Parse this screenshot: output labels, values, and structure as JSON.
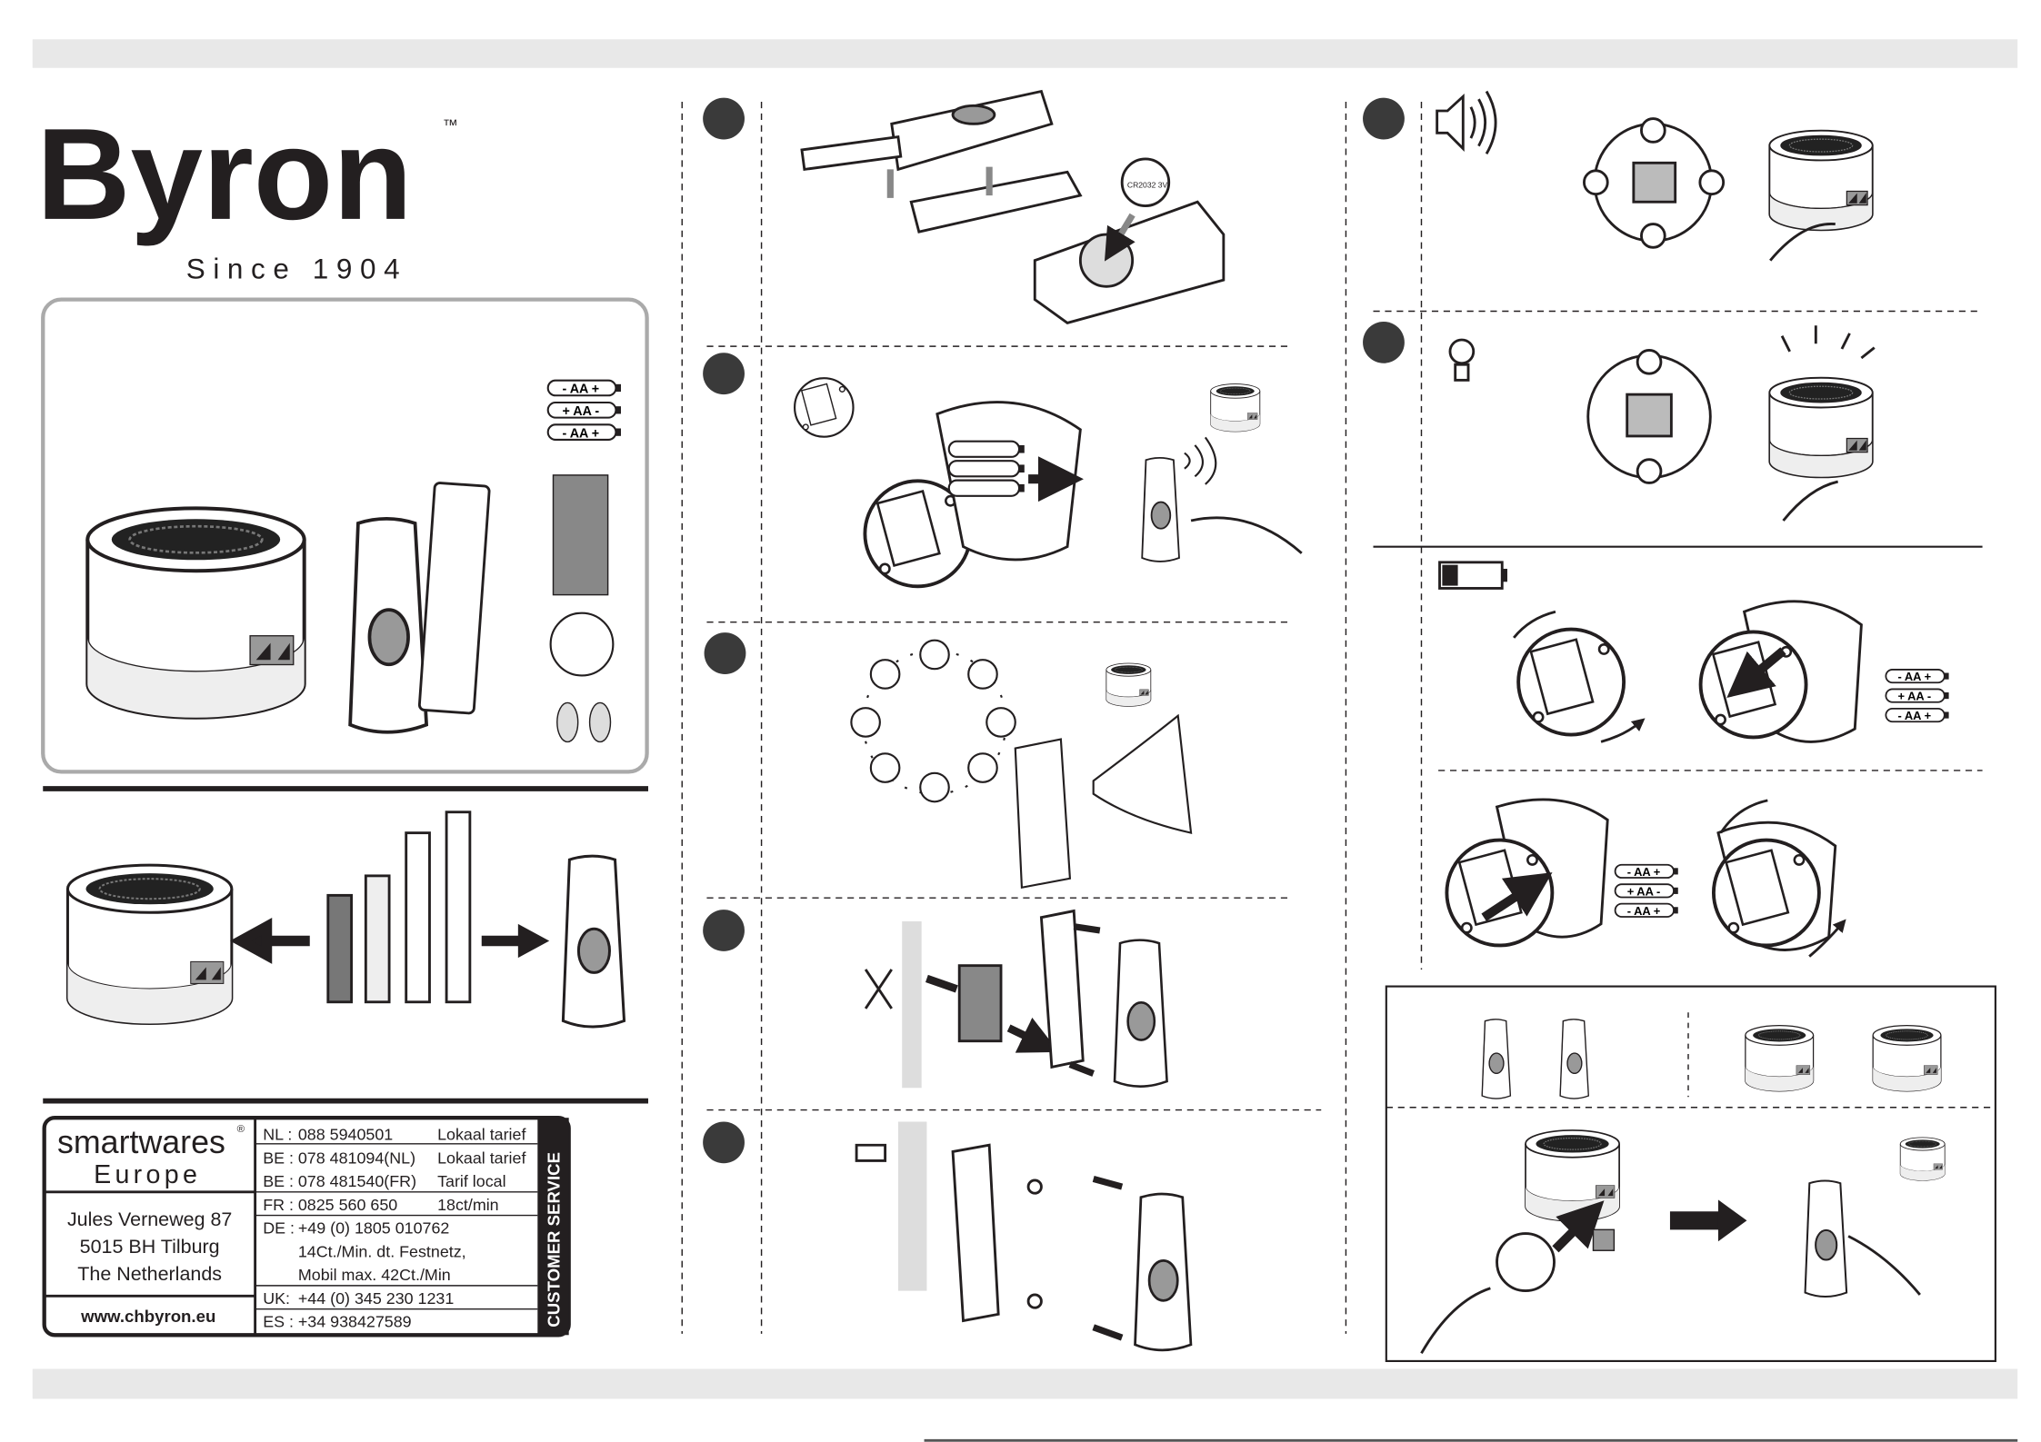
{
  "brand": {
    "name": "Byron",
    "trademark": "™",
    "tagline": "Since 1904"
  },
  "battery_labels": [
    "- AA +",
    "+ AA -",
    "- AA +"
  ],
  "coin_cell_label": "CR2032 3V",
  "contact": {
    "company": "smartwares",
    "company_mark": "®",
    "region": "Europe",
    "address": [
      "Jules Verneweg 87",
      "5015 BH Tilburg",
      "The Netherlands"
    ],
    "website": "www.chbyron.eu",
    "side_label": "CUSTOMER SERVICE",
    "lines": [
      {
        "code": "NL :",
        "number": "088 5940501",
        "rate": "Lokaal tarief"
      },
      {
        "code": "BE :",
        "number": "078 481094(NL)",
        "rate": "Lokaal tarief"
      },
      {
        "code": "BE :",
        "number": "078 481540(FR)",
        "rate": "Tarif local"
      },
      {
        "code": "FR :",
        "number": "0825 560 650",
        "rate": "18ct/min"
      },
      {
        "code": "DE :",
        "number": "+49 (0) 1805 010762",
        "rate": ""
      },
      {
        "code": "",
        "number": "14Ct./Min. dt. Festnetz,",
        "rate": ""
      },
      {
        "code": "",
        "number": "Mobil max. 42Ct./Min",
        "rate": ""
      },
      {
        "code": "UK:",
        "number": "+44 (0) 345 230 1231",
        "rate": ""
      },
      {
        "code": "ES :",
        "number": "+34  938427589",
        "rate": ""
      }
    ]
  },
  "colors": {
    "band": "#e8e8e8",
    "ink": "#231f20",
    "step": "#3a3a3a",
    "gray": "#9a9a9a"
  }
}
